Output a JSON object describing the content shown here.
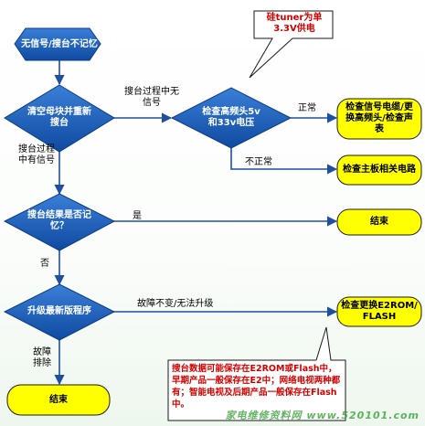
{
  "nodes": {
    "start": "无信号/搜台不记忆",
    "clear_module": "清空母块并重新搜台",
    "check_tuner": "检查高频头5v和33v电压",
    "check_cable": "检查信号电缆/更换高频头/检查声表",
    "check_board": "检查主板相关电路",
    "search_saved": "搜台结果是否记忆？",
    "end_right": "结束",
    "upgrade": "升级最新版程序",
    "check_e2rom": "检查更换E2ROM/FLASH",
    "end_bottom": "结束"
  },
  "labels": {
    "no_signal_during_search": "搜台过程中无信号",
    "signal_during_search": "搜台过程中有信号",
    "normal": "正常",
    "abnormal": "不正常",
    "yes": "是",
    "no": "否",
    "fault_persists": "故障不变/无法升级",
    "fault_cleared": "故障排除"
  },
  "callouts": {
    "tuner_supply": "硅tuner为单3.3V供电",
    "storage_note": "搜台数据可能保存在E2ROM或Flash中，早期产品一般保存在E2中；网络电视两种都有；智能电视及后期产品一般保存在Flash中。"
  },
  "watermark": "家电维修资料网 www.520101.com",
  "colors": {
    "blue_node": "#1a5fb4",
    "yellow_node": "#ffff00",
    "arrow": "#1f4fa0",
    "red_text": "#d40000"
  }
}
